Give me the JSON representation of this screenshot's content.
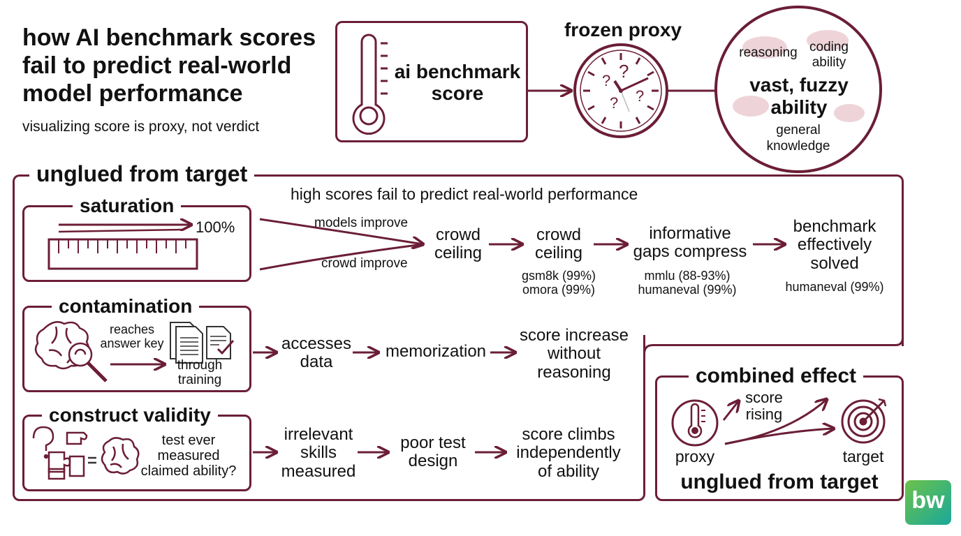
{
  "header": {
    "title_line1": "how AI benchmark scores",
    "title_line2": "fail to predict real-world",
    "title_line3": "model performance",
    "subtitle": "visualizing score is proxy, not verdict"
  },
  "top": {
    "score_line1": "ai benchmark",
    "score_line2": "score",
    "frozen_proxy": "frozen proxy",
    "ability": {
      "reasoning": "reasoning",
      "coding1": "coding",
      "coding2": "ability",
      "main1": "vast, fuzzy",
      "main2": "ability",
      "general1": "general",
      "general2": "knowledge"
    }
  },
  "unglued": {
    "title": "unglued from target",
    "caption": "high scores fail to predict real-world performance"
  },
  "saturation": {
    "title": "saturation",
    "pct": "100%",
    "models_improve": "models improve",
    "crowd_improve": "crowd improve",
    "step1_l1": "crowd",
    "step1_l2": "ceiling",
    "step2_l1": "crowd",
    "step2_l2": "ceiling",
    "step2_e1": "gsm8k (99%)",
    "step2_e2": "omora (99%)",
    "step3_l1": "informative",
    "step3_l2": "gaps compress",
    "step3_e1": "mmlu (88-93%)",
    "step3_e2": "humaneval (99%)",
    "step4_l1": "benchmark",
    "step4_l2": "effectively",
    "step4_l3": "solved",
    "step4_e1": "humaneval (99%)"
  },
  "contamination": {
    "title": "contamination",
    "reaches1": "reaches",
    "reaches2": "answer key",
    "through1": "through",
    "through2": "training",
    "step1_l1": "accesses",
    "step1_l2": "data",
    "step2": "memorization",
    "step3_l1": "score increase",
    "step3_l2": "without",
    "step3_l3": "reasoning"
  },
  "construct": {
    "title": "construct validity",
    "q1": "test ever",
    "q2": "measured",
    "q3": "claimed ability?",
    "step1_l1": "irrelevant",
    "step1_l2": "skills",
    "step1_l3": "measured",
    "step2_l1": "poor test",
    "step2_l2": "design",
    "step3_l1": "score climbs",
    "step3_l2": "independently",
    "step3_l3": "of ability"
  },
  "combined": {
    "title": "combined effect",
    "score1": "score",
    "score2": "rising",
    "proxy": "proxy",
    "target": "target",
    "footer": "unglued from target"
  },
  "logo": {
    "text": "bw"
  },
  "colors": {
    "accent": "#6b1e36",
    "cloud": "#d9a0aa",
    "logo_green": "#6cc24a",
    "logo_teal": "#1aa89a"
  }
}
